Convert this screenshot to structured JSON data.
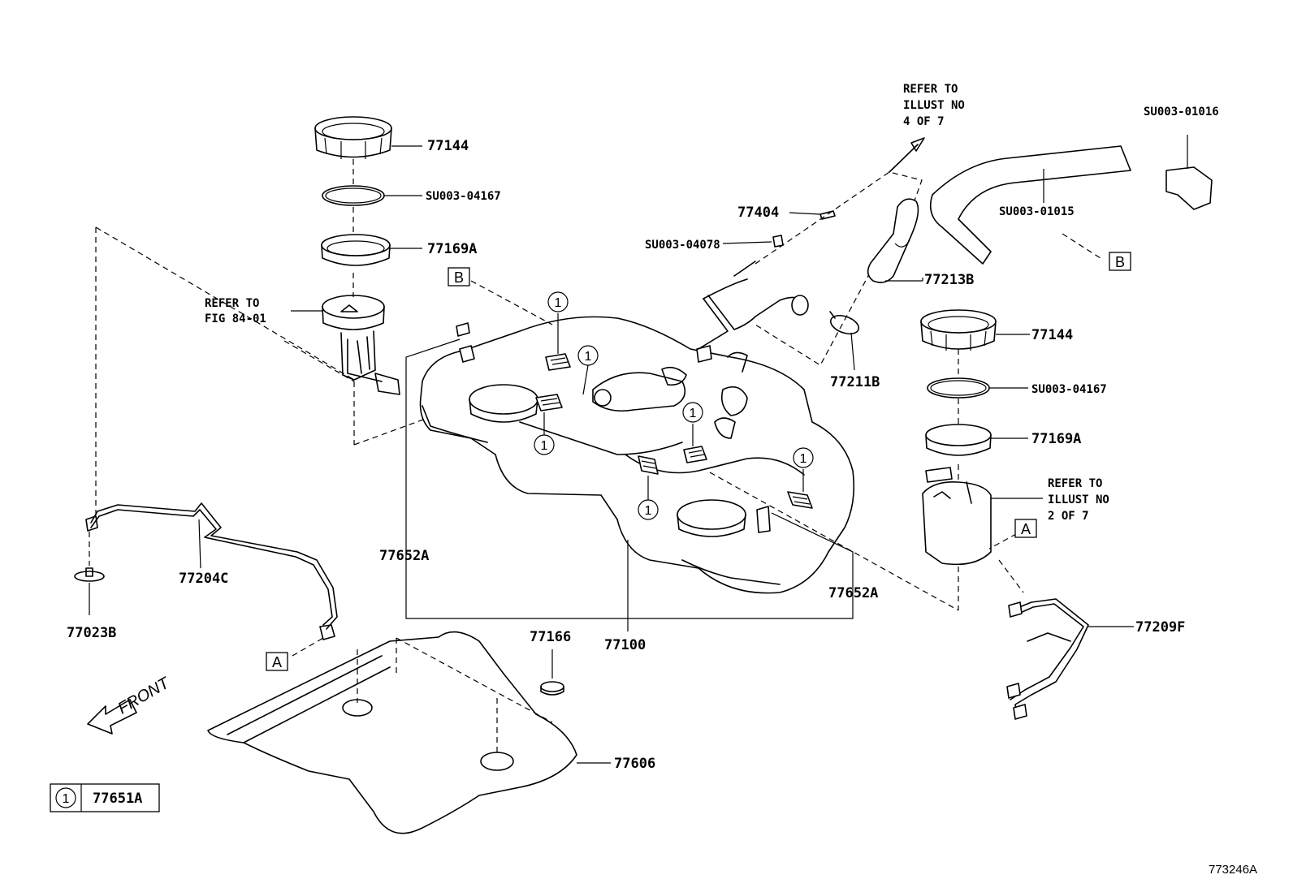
{
  "parts": {
    "p77144_left": "77144",
    "pSU00304167_left": "SU003-04167",
    "p77169A_left": "77169A",
    "refer_fig_line1": "REFER TO",
    "refer_fig_line2": "FIG 84-01",
    "p77204C": "77204C",
    "p77023B": "77023B",
    "p77652A_left": "77652A",
    "p77100": "77100",
    "p77166": "77166",
    "p77606": "77606",
    "p77404": "77404",
    "pSU00304078": "SU003-04078",
    "p77213B": "77213B",
    "p77211B": "77211B",
    "p77652A_right": "77652A",
    "refer_illust4_line1": "REFER TO",
    "refer_illust4_line2": "ILLUST NO",
    "refer_illust4_line3": "4 OF 7",
    "pSU00301016": "SU003-01016",
    "pSU00301015": "SU003-01015",
    "p77144_right": "77144",
    "pSU00304167_right": "SU003-04167",
    "p77169A_right": "77169A",
    "refer_illust2_line1": "REFER TO",
    "refer_illust2_line2": "ILLUST NO",
    "refer_illust2_line3": "2 OF 7",
    "p77209F": "77209F"
  },
  "callouts": {
    "A": "A",
    "B": "B",
    "one": "1"
  },
  "legend": {
    "symbol": "1",
    "part": "77651A"
  },
  "front_label": "FRONT",
  "figure_code": "773246A"
}
